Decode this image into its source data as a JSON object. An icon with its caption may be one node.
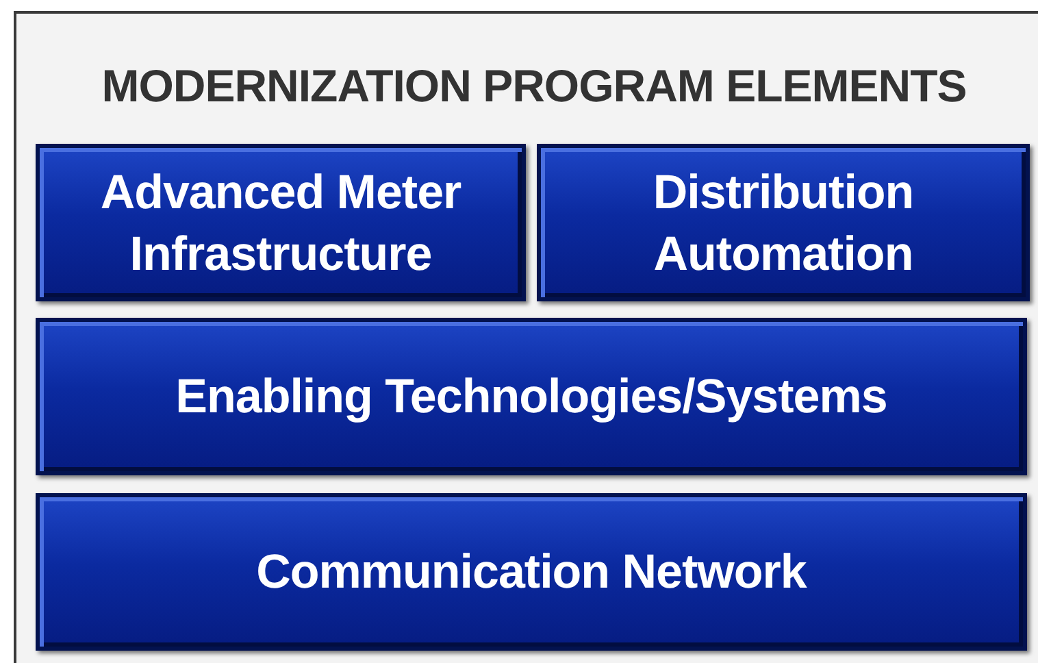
{
  "diagram": {
    "nodes": [
      {
        "text": [
          "MODERNIZATION PROGRAM ELEMENTS"
        ]
      },
      {
        "text": [
          "Advanced Meter Infrastructure"
        ],
        "in": 0
      },
      {
        "text": [
          "Distribution Automation"
        ],
        "in": 0
      },
      {
        "text": [
          "Enabling Technologies/Systems"
        ],
        "in": 0
      },
      {
        "text": [
          "Communication Network"
        ],
        "in": 0
      }
    ]
  }
}
